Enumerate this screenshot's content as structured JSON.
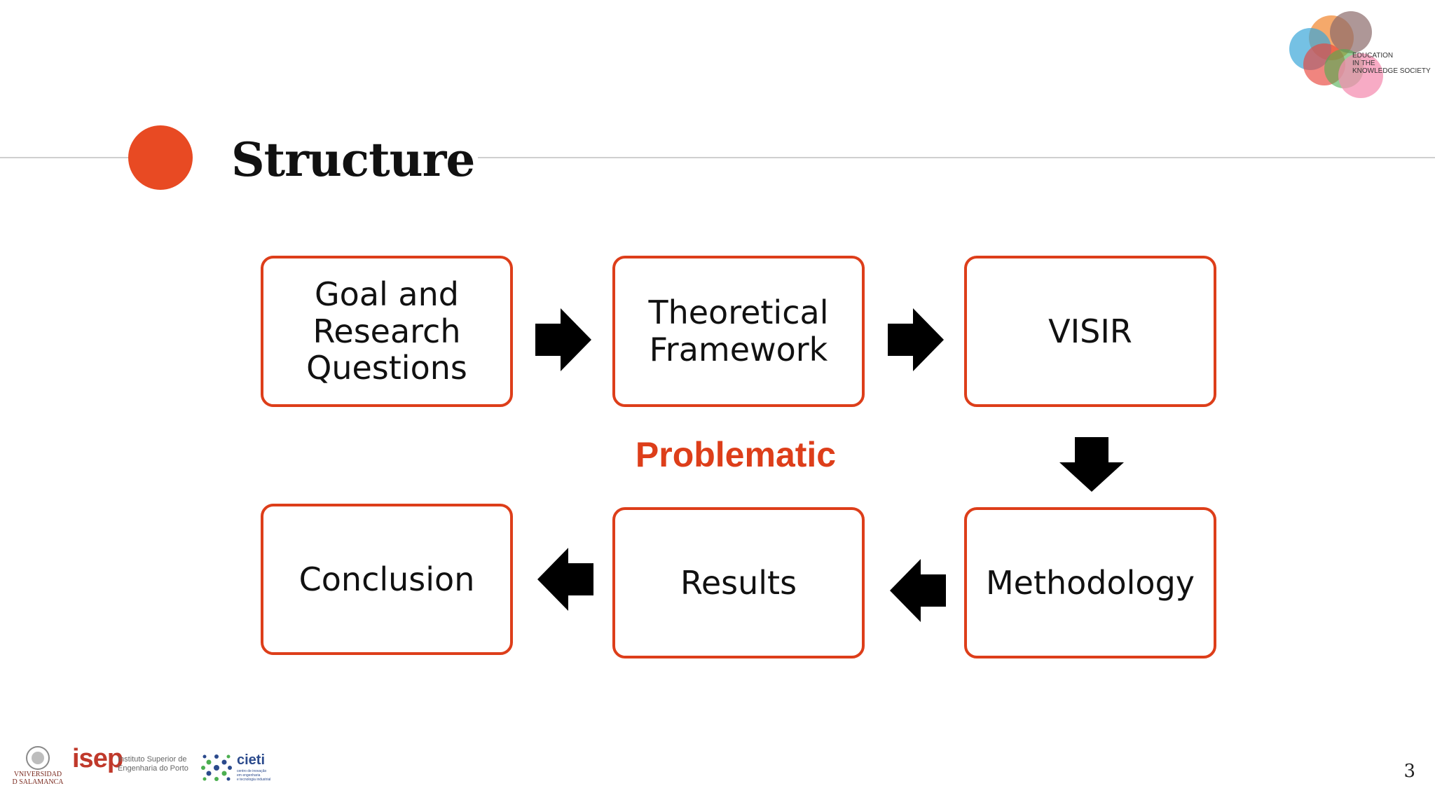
{
  "slide": {
    "title": "Structure",
    "page_number": "3",
    "accent_color": "#e84a23"
  },
  "flow": {
    "center_label": "Problematic",
    "boxes": [
      {
        "label": "Goal and\nResearch\nQuestions"
      },
      {
        "label": "Theoretical\nFramework"
      },
      {
        "label": "VISIR"
      },
      {
        "label": "Methodology"
      },
      {
        "label": "Results"
      },
      {
        "label": "Conclusion"
      }
    ],
    "arrows": [
      "right",
      "right",
      "down",
      "left",
      "left"
    ]
  },
  "logos": {
    "top_right": {
      "text": "EDUCATION\nIN THE\nKNOWLEDGE SOCIETY"
    },
    "usal": {
      "text": "VNIVERSIDAD\nD SALAMANCA"
    },
    "isep": {
      "mark": "isep",
      "text": "Instituto Superior de\nEngenharia do Porto"
    },
    "cieti": {
      "mark": "cieti",
      "text": "centro de inovação\nem engenharia\ne tecnologia industrial"
    }
  }
}
